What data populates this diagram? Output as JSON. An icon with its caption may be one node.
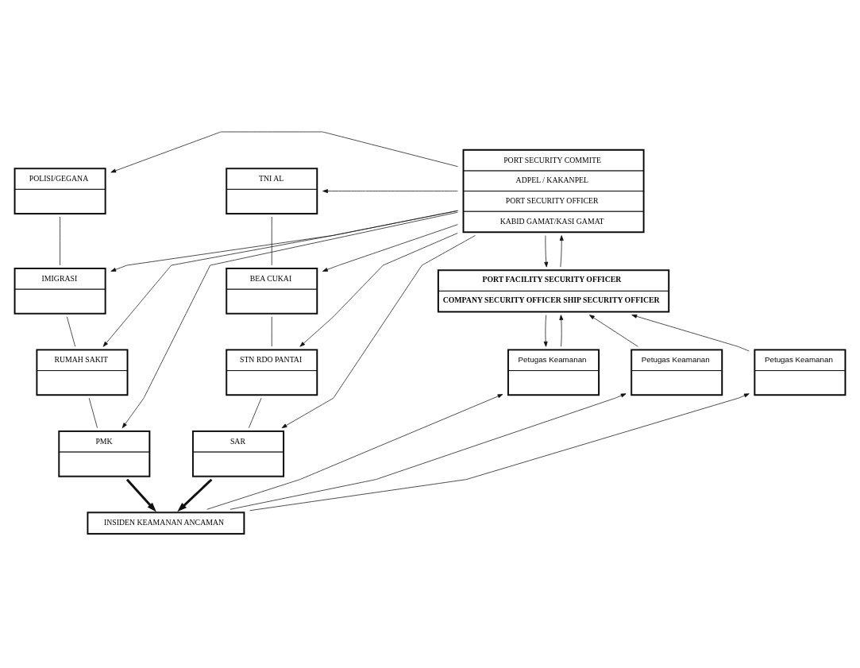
{
  "diagram": {
    "nodes": [
      {
        "text": [
          "PORT SECURITY COMMITE",
          "ADPEL / KAKANPEL",
          "PORT SECURITY OFFICER",
          "KABID GAMAT/KASI GAMAT"
        ]
      },
      {
        "text": [
          "POLISI/GEGANA"
        ]
      },
      {
        "text": [
          "IMIGRASI"
        ]
      },
      {
        "text": [
          "RUMAH SAKIT"
        ]
      },
      {
        "text": [
          "PMK"
        ]
      },
      {
        "text": [
          "TNI AL"
        ]
      },
      {
        "text": [
          "BEA CUKAI"
        ]
      },
      {
        "text": [
          "STN RDO PANTAI"
        ]
      },
      {
        "text": [
          "SAR"
        ]
      },
      {
        "text": [
          "PORT FACILITY SECURITY OFFICER",
          "COMPANY SECURITY OFFICER SHIP SECURITY OFFICER"
        ]
      },
      {
        "text": [
          "Petugas Keamanan"
        ]
      },
      {
        "text": [
          "Petugas Keamanan"
        ]
      },
      {
        "text": [
          "Petugas Keamanan"
        ]
      },
      {
        "text": [
          "INSIDEN KEAMANAN ANCAMAN"
        ]
      }
    ],
    "edges": [
      {
        "from": 0,
        "to": 1,
        "arrow": "to"
      },
      {
        "from": 0,
        "to": 2,
        "arrow": "to"
      },
      {
        "from": 0,
        "to": 3,
        "arrow": "to"
      },
      {
        "from": 0,
        "to": 4,
        "arrow": "to"
      },
      {
        "from": 0,
        "to": 5,
        "arrow": "to"
      },
      {
        "from": 0,
        "to": 6,
        "arrow": "to"
      },
      {
        "from": 0,
        "to": 7,
        "arrow": "to"
      },
      {
        "from": 0,
        "to": 8,
        "arrow": "to"
      },
      {
        "from": 1,
        "to": 2,
        "arrow": "none"
      },
      {
        "from": 2,
        "to": 3,
        "arrow": "none"
      },
      {
        "from": 3,
        "to": 4,
        "arrow": "none"
      },
      {
        "from": 5,
        "to": 6,
        "arrow": "none"
      },
      {
        "from": 6,
        "to": 7,
        "arrow": "none"
      },
      {
        "from": 7,
        "to": 8,
        "arrow": "none"
      },
      {
        "from": 9,
        "to": 0,
        "arrow": "to"
      },
      {
        "from": 0,
        "to": 9,
        "arrow": "to"
      },
      {
        "from": 10,
        "to": 9,
        "arrow": "to"
      },
      {
        "from": 11,
        "to": 9,
        "arrow": "to"
      },
      {
        "from": 12,
        "to": 9,
        "arrow": "to"
      },
      {
        "from": 9,
        "to": 11,
        "arrow": "to"
      },
      {
        "from": 13,
        "to": 10,
        "arrow": "to"
      },
      {
        "from": 13,
        "to": 11,
        "arrow": "to"
      },
      {
        "from": 13,
        "to": 12,
        "arrow": "to"
      },
      {
        "from": 4,
        "to": 13,
        "arrow": "to",
        "style": "thick"
      },
      {
        "from": 8,
        "to": 13,
        "arrow": "to",
        "style": "thick"
      }
    ]
  }
}
